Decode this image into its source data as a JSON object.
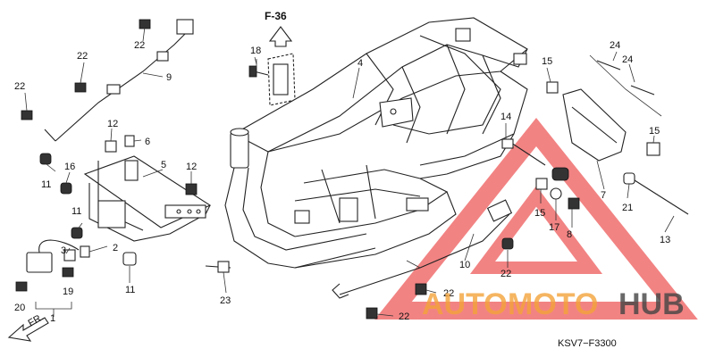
{
  "reference_label": "F-36",
  "direction_label": "FR.",
  "diagram_code": "KSV7−F3300",
  "watermark": {
    "part1": "AUTO",
    "part2": "MOTO",
    "part3": "HUB",
    "colors": {
      "auto": "#f2a23a",
      "moto": "#f2a23a",
      "hub": "#444444",
      "triangle": "#ee5a5a"
    }
  },
  "callouts": {
    "c22a": "22",
    "c22b": "22",
    "c22c": "22",
    "c22d": "22",
    "c22e": "22",
    "c22f": "22",
    "c9": "9",
    "c12a": "12",
    "c6": "6",
    "c16": "16",
    "c5": "5",
    "c12b": "12",
    "c11a": "11",
    "c11b": "11",
    "c11c": "11",
    "c3": "3",
    "c2": "2",
    "c19": "19",
    "c20": "20",
    "c1": "1",
    "c23": "23",
    "c18": "18",
    "c4": "4",
    "c14": "14",
    "c10": "10",
    "c15a": "15",
    "c15b": "15",
    "c15c": "15",
    "c24a": "24",
    "c24b": "24",
    "c7": "7",
    "c17": "17",
    "c8": "8",
    "c21": "21",
    "c13": "13"
  }
}
